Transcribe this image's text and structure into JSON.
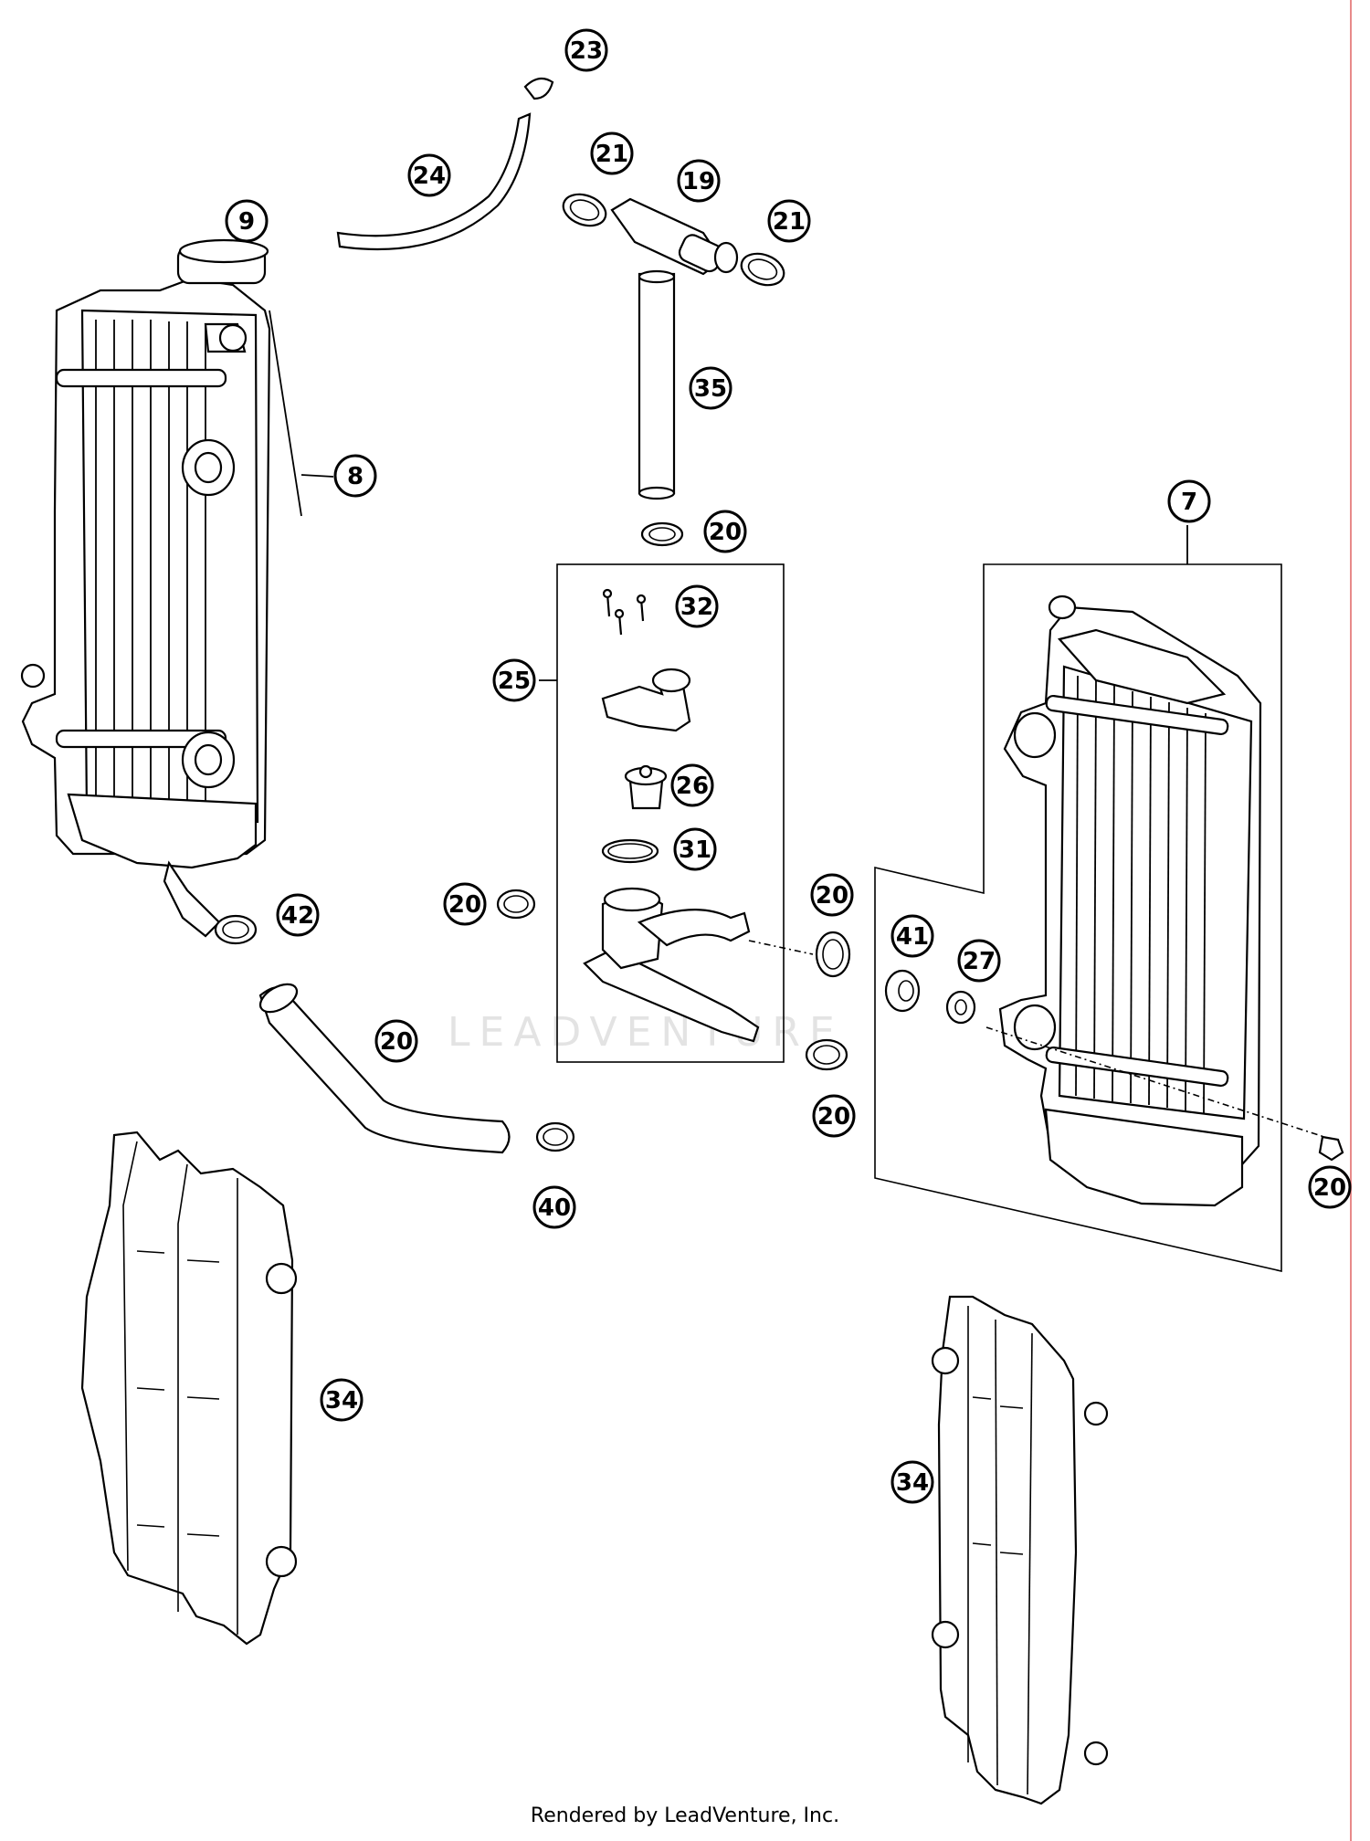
{
  "callouts": [
    "23",
    "24",
    "21",
    "19",
    "21",
    "9",
    "35",
    "8",
    "20",
    "32",
    "7",
    "25",
    "26",
    "31",
    "20",
    "20",
    "20",
    "40",
    "41",
    "27",
    "20",
    "42",
    "20",
    "34",
    "34"
  ],
  "watermark": "LEADVENTURE",
  "footer": "Rendered by LeadVenture, Inc.",
  "colors": {
    "ink": "#000000",
    "background": "#ffffff",
    "edge_line": "#e88a8a",
    "watermark": "#e3e3e3"
  }
}
